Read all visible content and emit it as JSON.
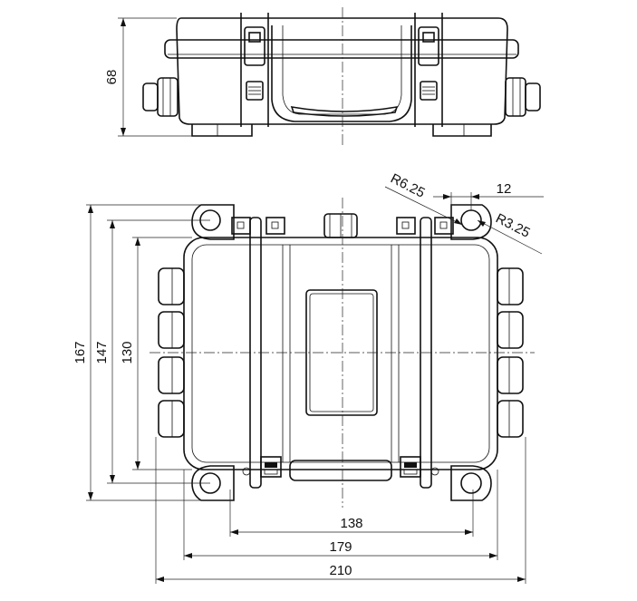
{
  "dimensions": {
    "top_height": "68",
    "radius_large": "R6.25",
    "radius_small": "R3.25",
    "offset": "12",
    "height_overall": "167",
    "height_holes": "147",
    "height_body": "130",
    "width_holes": "138",
    "width_body": "179",
    "width_overall": "210"
  }
}
